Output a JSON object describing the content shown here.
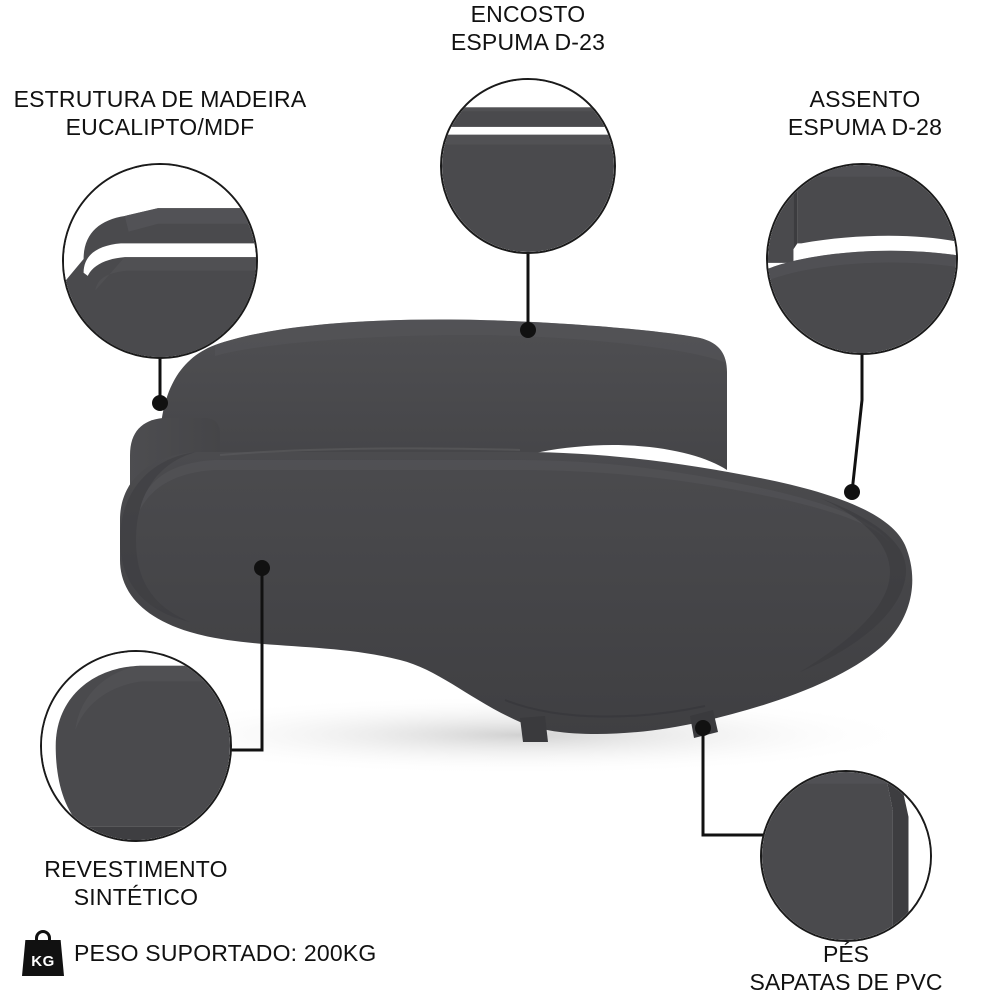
{
  "diagram": {
    "product": "sofa",
    "sofa_color": "#4a4a4d",
    "line_color": "#111111",
    "background": "#ffffff",
    "callouts": [
      {
        "id": "estrutura",
        "label": "ESTRUTURA DE MADEIRA\nEUCALIPTO/MDF",
        "bubble_detail": "wood-frame-armrest-detail"
      },
      {
        "id": "encosto",
        "label": "ENCOSTO\nESPUMA D-23",
        "bubble_detail": "backrest-foam-detail"
      },
      {
        "id": "assento",
        "label": "ASSENTO\nESPUMA D-28",
        "bubble_detail": "seat-foam-detail"
      },
      {
        "id": "revestimento",
        "label": "REVESTIMENTO\nSINTÉTICO",
        "bubble_detail": "upholstery-surface-detail"
      },
      {
        "id": "pes",
        "label": "PÉS\nSAPATAS DE PVC",
        "bubble_detail": "pvc-foot-detail"
      }
    ],
    "footer": {
      "icon_text": "KG",
      "weight_label": "PESO SUPORTADO: 200KG"
    }
  }
}
